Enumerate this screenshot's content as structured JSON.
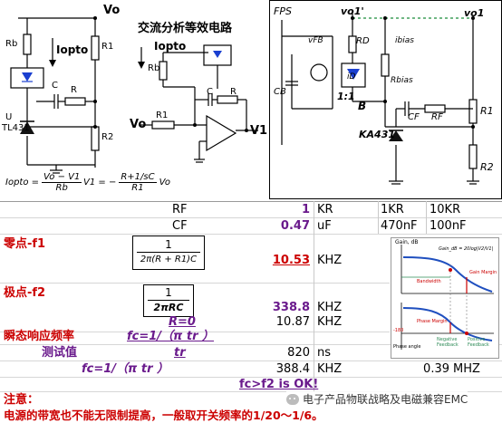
{
  "left_circuit": {
    "vo_label": "Vo",
    "rb_label": "Rb",
    "iopto_label": "Iopto",
    "r1_label": "R1",
    "c_label": "C",
    "r_label": "R",
    "u_label": "U",
    "tl431_label": "TL431",
    "r2_label": "R2",
    "formula_iopto_lhs": "Iopto =",
    "formula_iopto_num": "Vo − V1",
    "formula_iopto_den": "Rb",
    "formula_v1_lhs": "V1 = −",
    "formula_v1_num": "R+1/sC",
    "formula_v1_den": "R1",
    "formula_v1_tail": "Vo"
  },
  "ac_circuit": {
    "title": "交流分析等效电路",
    "iopto_label": "Iopto",
    "rb_label": "Rb",
    "c_label": "C",
    "r_label": "R",
    "vo_label": "Vo",
    "r1_label": "R1",
    "v1_label": "V1"
  },
  "fps_circuit": {
    "fps_label": "FPS",
    "vo1p_label": "vo1'",
    "vo1_label": "vo1",
    "vfb_label": "vFB",
    "rd_label": "RD",
    "ibias_label": "ibias",
    "id_label": "iD",
    "rbias_label": "Rbias",
    "cb_label": "CB",
    "ratio_label": "1:1",
    "b_label": "B",
    "r1_label": "R1",
    "cf_label": "CF",
    "rf_label": "RF",
    "ka431_label": "KA431",
    "r2_label": "R2"
  },
  "sheet": {
    "rf_label": "RF",
    "rf_value": "1",
    "rf_unit": "KR",
    "rf_opt1": "1KR",
    "rf_opt2": "10KR",
    "cf_label": "CF",
    "cf_value": "0.47",
    "cf_unit": "uF",
    "cf_opt1": "470nF",
    "cf_opt2": "100nF",
    "zero_label": "零点-f1",
    "zero_formula_num": "1",
    "zero_formula_den": "2π(R + R1)C",
    "zero_value": "10.53",
    "zero_unit": "KHZ",
    "pole_label": "极点-f2",
    "pole_formula_num": "1",
    "pole_formula_den": "2πRC",
    "pole_value": "338.8",
    "pole_unit": "KHZ",
    "r0_label": "R=0",
    "r0_value": "10.87",
    "r0_unit": "KHZ",
    "transient_label": "瞬态响应频率",
    "fc_formula": "fc=1/（π tr ）",
    "measured_label": "测试值",
    "tr_label": "tr",
    "tr_value": "820",
    "tr_unit": "ns",
    "fc_label2": "fc=1/（π tr ）",
    "fc_value": "388.4",
    "fc_unit": "KHZ",
    "fc_mhz_value": "0.39",
    "fc_mhz_unit": "MHZ",
    "ok_text": "fc>f2 is OK!",
    "note_label": "注意：",
    "note_text": "电源的带宽也不能无限制提高，一般取开关频率的1/20～1/6。",
    "watermark": "电子产品物联战略及电磁兼容EMC"
  },
  "bode_plot": {
    "gain_label": "Gain, dB",
    "gain_eq": "Gain_dB = 20log|V2/V1|",
    "gain_margin": "Gain Margin",
    "bandwidth": "Bandwidth",
    "phase_margin": "Phase Margin",
    "phase_angle": "Phase angle",
    "minus180": "-180",
    "neg_feedback": "Negative Feedback",
    "pos_feedback": "Positive Feedback",
    "colors": {
      "curve": "#1f4fbf",
      "marker": "#cc0000",
      "feedback": "#2e8b57"
    }
  }
}
